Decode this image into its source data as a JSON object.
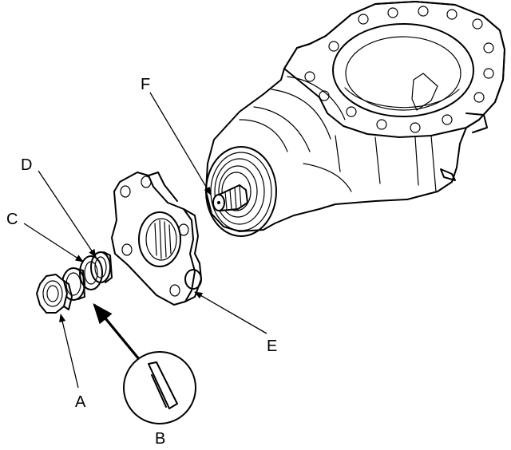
{
  "diagram": {
    "parts": [
      {
        "id": "A",
        "label": "A"
      },
      {
        "id": "B",
        "label": "B"
      },
      {
        "id": "C",
        "label": "C"
      },
      {
        "id": "D",
        "label": "D"
      },
      {
        "id": "E",
        "label": "E"
      },
      {
        "id": "F",
        "label": "F"
      }
    ]
  }
}
